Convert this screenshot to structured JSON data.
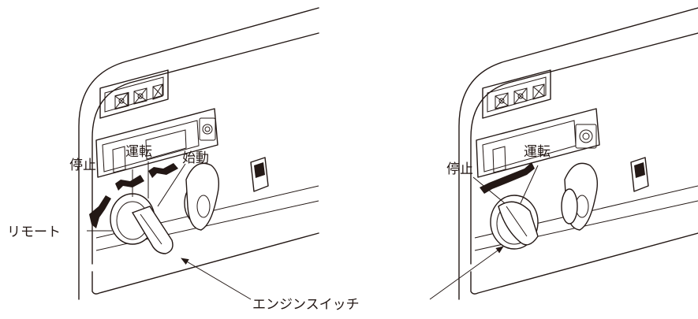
{
  "left_panel": {
    "labels": {
      "stop": "停止",
      "run": "運転",
      "start": "始動",
      "remote": "リモート"
    }
  },
  "right_panel": {
    "labels": {
      "stop": "停止",
      "run": "運転"
    }
  },
  "callout": {
    "engine_switch": "エンジンスイッチ"
  }
}
